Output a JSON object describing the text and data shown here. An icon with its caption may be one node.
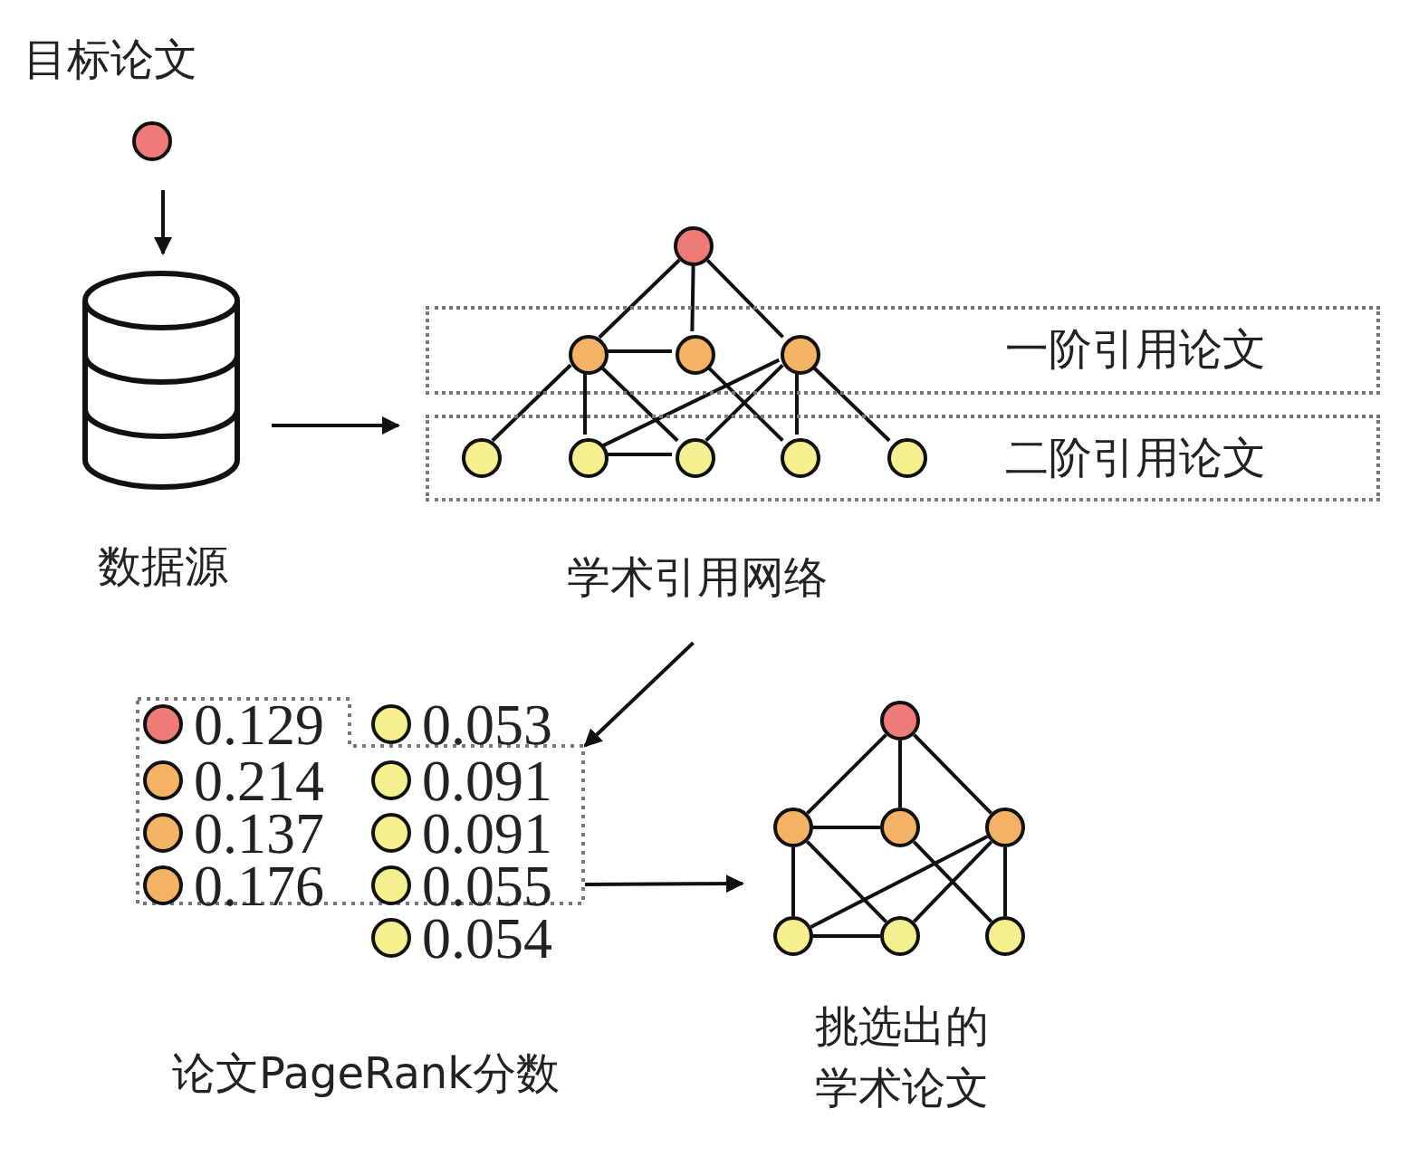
{
  "diagram": {
    "nodes": [
      {
        "text": [
          "目标论文"
        ]
      },
      {
        "text": [
          "数据源"
        ]
      },
      {
        "text": [
          "学术引用网络"
        ]
      },
      {
        "text": [],
        "shape": "circle",
        "in": 2
      },
      {
        "text": [
          "一阶引用论文"
        ],
        "in": 2
      },
      {
        "text": [],
        "shape": "circle",
        "in": 4
      },
      {
        "text": [],
        "shape": "circle",
        "in": 4
      },
      {
        "text": [],
        "shape": "circle",
        "in": 4
      },
      {
        "text": [
          "二阶引用论文"
        ],
        "in": 2
      },
      {
        "text": [],
        "shape": "circle",
        "in": 8
      },
      {
        "text": [],
        "shape": "circle",
        "in": 8
      },
      {
        "text": [],
        "shape": "circle",
        "in": 8
      },
      {
        "text": [],
        "shape": "circle",
        "in": 8
      },
      {
        "text": [],
        "shape": "circle",
        "in": 8
      },
      {
        "text": [],
        "shape": "box"
      },
      {
        "text": [],
        "shape": "circle",
        "in": 14,
        "beside": [
          "0.129"
        ]
      },
      {
        "text": [],
        "shape": "circle",
        "in": 14,
        "beside": [
          "0.214"
        ]
      },
      {
        "text": [],
        "shape": "circle",
        "in": 14,
        "beside": [
          "0.137"
        ]
      },
      {
        "text": [],
        "shape": "circle",
        "in": 14,
        "beside": [
          "0.176"
        ]
      },
      {
        "text": [],
        "shape": "circle",
        "beside": [
          "0.053"
        ]
      },
      {
        "text": [],
        "shape": "circle",
        "in": 14,
        "beside": [
          "0.091"
        ]
      },
      {
        "text": [],
        "shape": "circle",
        "in": 14,
        "beside": [
          "0.091"
        ]
      },
      {
        "text": [],
        "shape": "circle",
        "in": 14,
        "beside": [
          "0.055"
        ]
      },
      {
        "text": [],
        "shape": "circle",
        "beside": [
          "0.054"
        ]
      },
      {
        "text": [
          "挑选出的学术论文"
        ]
      },
      {
        "text": [],
        "shape": "circle",
        "in": 24
      },
      {
        "text": [],
        "shape": "circle",
        "in": 24
      },
      {
        "text": [],
        "shape": "circle",
        "in": 24
      },
      {
        "text": [],
        "shape": "circle",
        "in": 24
      },
      {
        "text": [],
        "shape": "circle",
        "in": 24
      },
      {
        "text": [],
        "shape": "circle",
        "in": 24
      },
      {
        "text": [],
        "shape": "circle",
        "in": 24
      }
    ],
    "edges": [
      {
        "from": 0,
        "to": 1,
        "arrow": "to"
      },
      {
        "from": 1,
        "to": 2,
        "arrow": "to"
      },
      {
        "from": 2,
        "to": 14,
        "arrow": "to"
      },
      {
        "from": 14,
        "to": 24,
        "arrow": "to"
      },
      {
        "from": 3,
        "to": 5,
        "arrow": "none"
      },
      {
        "from": 3,
        "to": 6,
        "arrow": "none"
      },
      {
        "from": 3,
        "to": 7,
        "arrow": "none"
      },
      {
        "from": 5,
        "to": 6,
        "arrow": "none"
      },
      {
        "from": 5,
        "to": 9,
        "arrow": "none"
      },
      {
        "from": 5,
        "to": 10,
        "arrow": "none"
      },
      {
        "from": 5,
        "to": 11,
        "arrow": "none"
      },
      {
        "from": 6,
        "to": 12,
        "arrow": "none"
      },
      {
        "from": 7,
        "to": 10,
        "arrow": "none"
      },
      {
        "from": 7,
        "to": 11,
        "arrow": "none"
      },
      {
        "from": 7,
        "to": 12,
        "arrow": "none"
      },
      {
        "from": 7,
        "to": 13,
        "arrow": "none"
      },
      {
        "from": 10,
        "to": 11,
        "arrow": "none"
      },
      {
        "from": 25,
        "to": 26,
        "arrow": "none"
      },
      {
        "from": 25,
        "to": 27,
        "arrow": "none"
      },
      {
        "from": 25,
        "to": 28,
        "arrow": "none"
      },
      {
        "from": 26,
        "to": 27,
        "arrow": "none"
      },
      {
        "from": 26,
        "to": 29,
        "arrow": "none"
      },
      {
        "from": 26,
        "to": 30,
        "arrow": "none"
      },
      {
        "from": 27,
        "to": 31,
        "arrow": "none"
      },
      {
        "from": 28,
        "to": 29,
        "arrow": "none"
      },
      {
        "from": 28,
        "to": 30,
        "arrow": "none"
      },
      {
        "from": 28,
        "to": 31,
        "arrow": "none"
      },
      {
        "from": 29,
        "to": 30,
        "arrow": "none"
      }
    ],
    "labels": [
      "论文PageRank分数"
    ]
  }
}
